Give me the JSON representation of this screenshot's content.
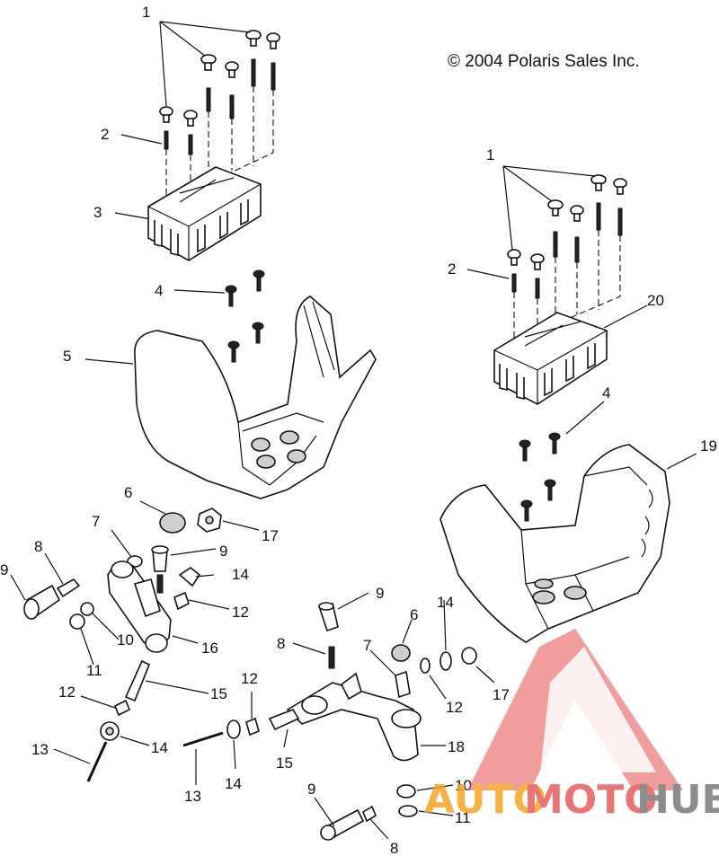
{
  "copyright": "© 2004 Polaris Sales Inc.",
  "callouts": {
    "c1a": "1",
    "c2a": "2",
    "c3": "3",
    "c4a": "4",
    "c5": "5",
    "c1b": "1",
    "c2b": "2",
    "c20": "20",
    "c4b": "4",
    "c19": "19",
    "c6a": "6",
    "c17a": "17",
    "c7a": "7",
    "c8a": "8",
    "c9a": "9",
    "c9b": "9",
    "c14a": "14",
    "c12a": "12",
    "c10a": "10",
    "c16": "16",
    "c11a": "11",
    "c15a": "15",
    "c12b": "12",
    "c14b": "14",
    "c13a": "13",
    "c9c": "9",
    "c8b": "8",
    "c6b": "6",
    "c14c": "14",
    "c7b": "7",
    "c12c": "12",
    "c17b": "17",
    "c12d": "12",
    "c15b": "15",
    "c18": "18",
    "c13b": "13",
    "c14d": "14",
    "c10b": "10",
    "c11b": "11",
    "c9d": "9",
    "c8c": "8"
  },
  "watermark": {
    "auto": "AUTO",
    "moto": "MOTO",
    "hub": "HUB"
  },
  "colors": {
    "watermark_orange": "#f5a623",
    "watermark_red": "#e85d5d",
    "watermark_gray": "#7a7a7a"
  }
}
